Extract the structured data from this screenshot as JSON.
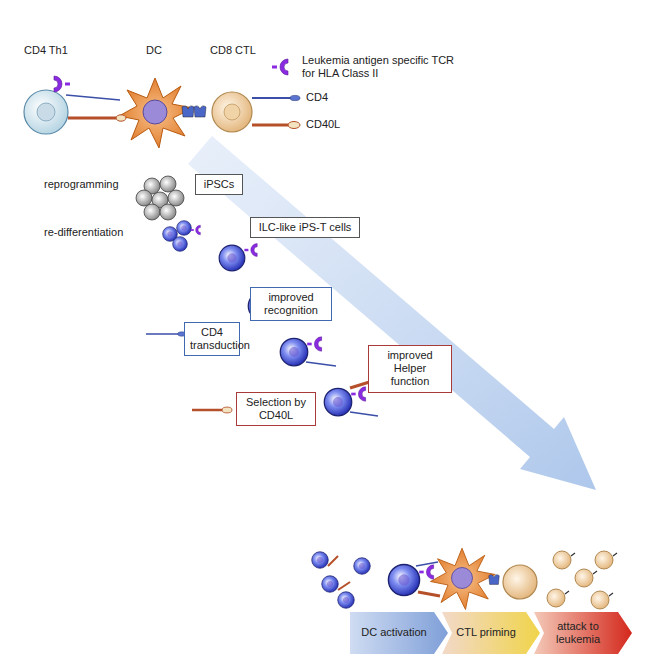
{
  "diagram": {
    "nodes": [
      {
        "text": [
          "iPSCs"
        ]
      },
      {
        "text": [
          "ILC-like iPS-T cells"
        ]
      },
      {
        "text": [
          "improved recognition"
        ]
      },
      {
        "text": [
          "CD4 transduction"
        ]
      },
      {
        "text": [
          "improved Helper function"
        ]
      },
      {
        "text": [
          "Selection by CD40L"
        ]
      },
      {
        "text": [
          "DC activation"
        ]
      },
      {
        "text": [
          "CTL priming"
        ]
      },
      {
        "text": [
          "attack to leukemia"
        ]
      }
    ],
    "labels": [
      "CD4 Th1",
      "DC",
      "CD8 CTL",
      "reprogramming",
      "re-differentiation"
    ],
    "legend": [
      {
        "text": "Leukemia antigen specific TCR for HLA Class II"
      },
      {
        "text": "CD4"
      },
      {
        "text": "CD40L"
      }
    ]
  }
}
